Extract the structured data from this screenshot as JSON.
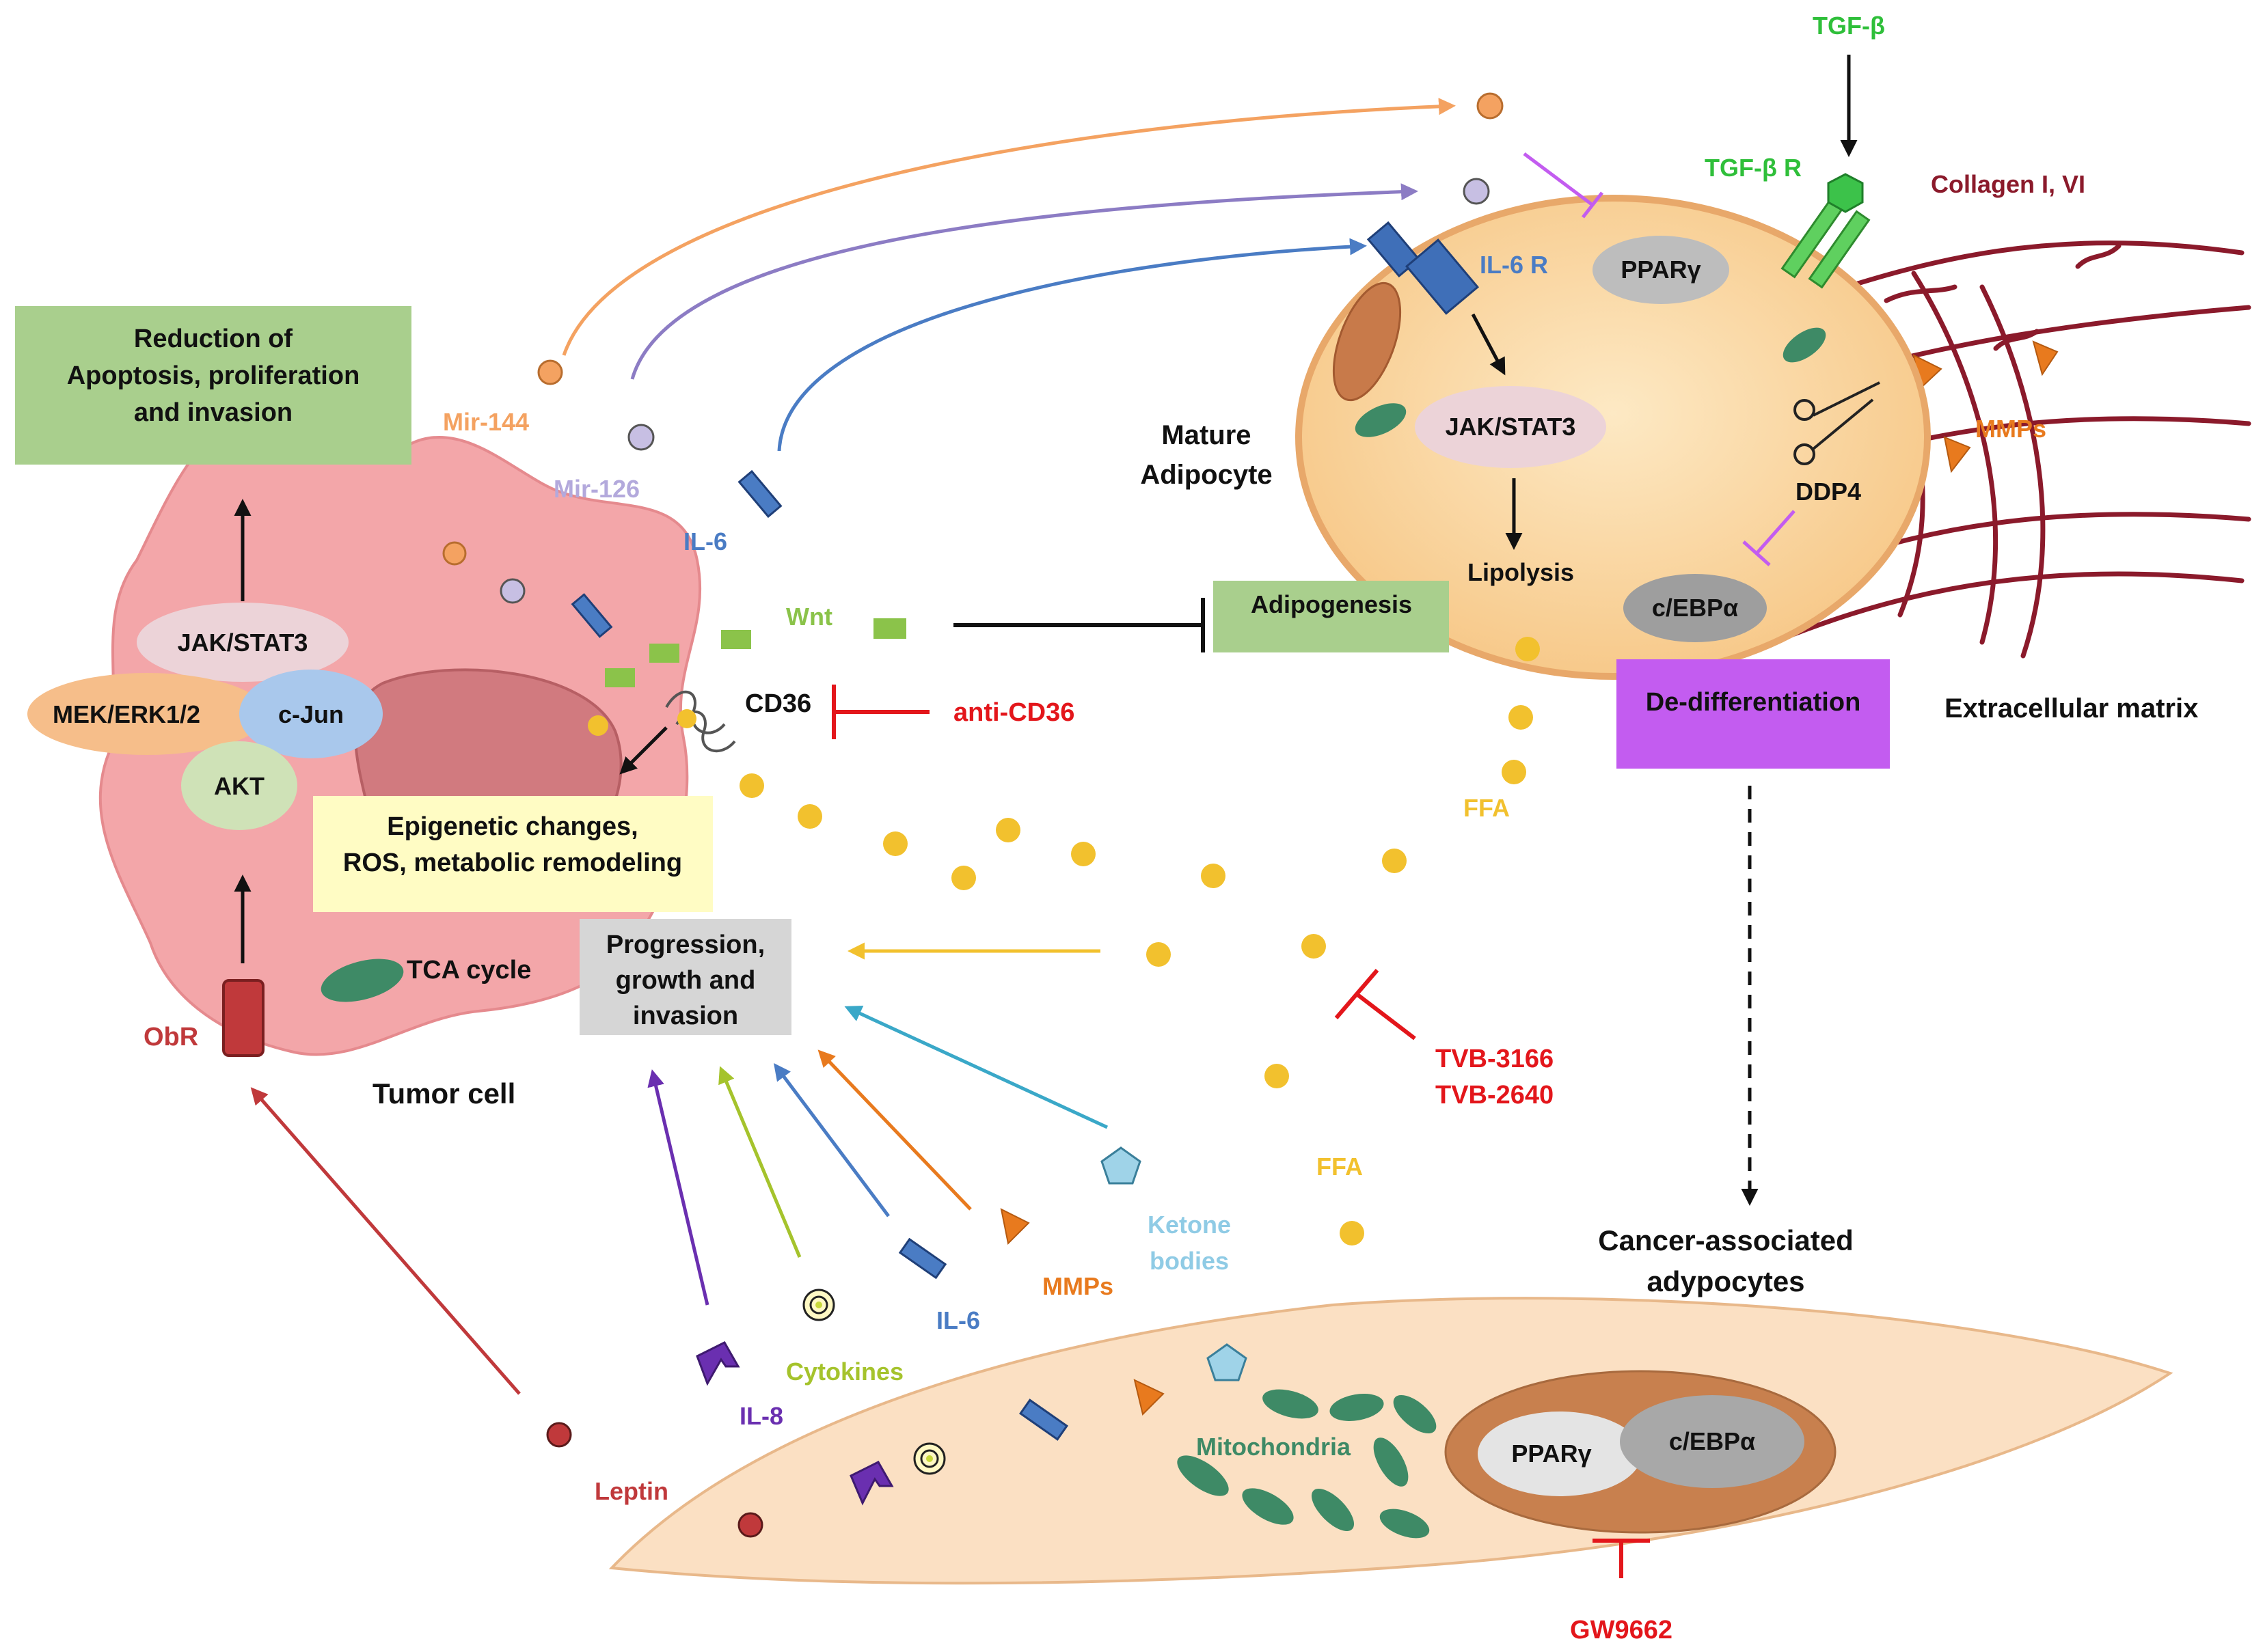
{
  "colors": {
    "mir144": "#f4a261",
    "mir126": "#9e8fc9",
    "il6": "#4a7cc4",
    "wnt": "#8bc34a",
    "ffa": "#f2c12e",
    "inhibitor": "#e3161b",
    "tgfb": "#2fbf3a",
    "collagen": "#8b1a2b",
    "mmps": "#e87a1e",
    "ketone": "#7ec8e3",
    "cytokines": "#a5c32c",
    "il8": "#6a2fb0",
    "leptin": "#c0393b",
    "tumor": "#f3a6a9",
    "adipocyte": "#fbd9a7",
    "ecm_purple": "#c35cf0"
  },
  "tumor": {
    "title": "Tumor cell",
    "jak_stat3": "JAK/STAT3",
    "mek_erk": "MEK/ERK1/2",
    "cjun": "c-Jun",
    "akt": "AKT",
    "obr": "ObR",
    "tca": "TCA cycle",
    "cd36": "CD36",
    "epigenetic": [
      "Epigenetic changes,",
      "ROS, metabolic remodeling"
    ],
    "reduction": [
      "Reduction of",
      "Apoptosis, proliferation",
      "and invasion"
    ],
    "progression": [
      "Progression,",
      "growth and",
      "invasion"
    ]
  },
  "secreted": {
    "mir144": "Mir-144",
    "mir126": "Mir-126",
    "il6": "IL-6",
    "wnt": "Wnt"
  },
  "inhibitors": {
    "anti_cd36": "anti-CD36",
    "tvb": [
      "TVB-3166",
      "TVB-2640"
    ],
    "gw": "GW9662"
  },
  "adipocyte": {
    "title": [
      "Mature",
      "Adipocyte"
    ],
    "il6r": "IL-6 R",
    "ppar": "PPARγ",
    "jak_stat3": "JAK/STAT3",
    "lipolysis": "Lipolysis",
    "cebp": "c/EBPα",
    "ddp4": "DDP4",
    "adipogenesis": "Adipogenesis",
    "dediff": "De-differentiation",
    "ffa": "FFA"
  },
  "ecm": {
    "tgfb": "TGF-β",
    "tgfbr": "TGF-β R",
    "collagen": "Collagen I, VI",
    "mmps": "MMPs",
    "title": "Extracellular matrix"
  },
  "caa": {
    "title": [
      "Cancer-associated",
      "adypocytes"
    ],
    "ffa": "FFA",
    "ketone": [
      "Ketone",
      "bodies"
    ],
    "mmps": "MMPs",
    "il6": "IL-6",
    "cytokines": "Cytokines",
    "il8": "IL-8",
    "leptin": "Leptin",
    "mitochondria": "Mitochondria",
    "ppar": "PPARγ",
    "cebp": "c/EBPα"
  }
}
